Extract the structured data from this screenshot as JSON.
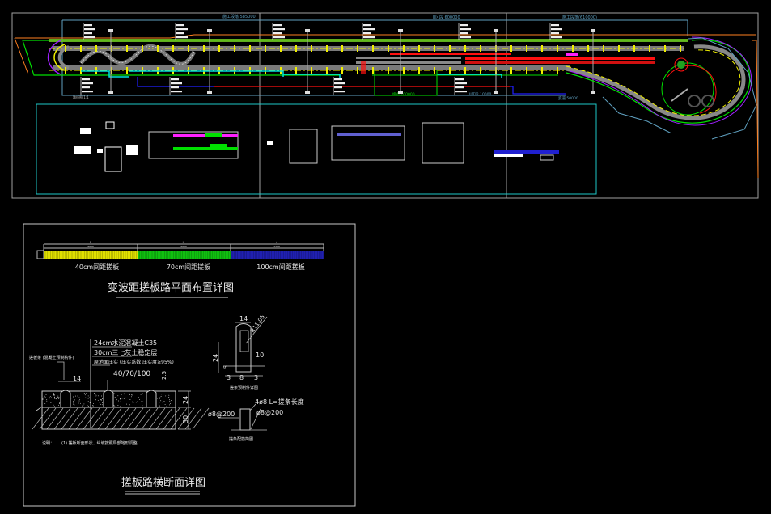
{
  "drawing": {
    "background": "#000000",
    "colors": {
      "frame": "#a0a0a0",
      "cyan_border": "#1ec8c8",
      "slate_border": "#5fa0c0",
      "track_gray": "#8c8c8c",
      "yellow": "#f0f000",
      "green": "#00e000",
      "red": "#ff1010",
      "blue": "#2020ff",
      "magenta": "#ff20ff",
      "orange": "#ff8020",
      "cyan": "#00e0e0",
      "white": "#ffffff"
    },
    "plan_overview": {
      "section_labels": [
        "施工段落  585000",
        "II区段  600000",
        "施工段落(610000)"
      ],
      "bottom_labels": [
        "路线图 1:1",
        "终点 100000",
        "II区段 10000",
        "变道 50000"
      ],
      "legend_annotations": [
        "标志牌",
        "标志牌",
        "标志牌",
        "标志牌",
        "标志牌",
        "标志牌"
      ]
    },
    "plan_detail": {
      "title": "变波距搓板路平面布置详图",
      "segments": [
        {
          "label": "40cm间距搓板",
          "color": "#e0e000",
          "dim_top": "P",
          "dim_sub": "4850"
        },
        {
          "label": "70cm间距搓板",
          "color": "#10c010",
          "dim_top": "H",
          "dim_sub": "4850"
        },
        {
          "label": "100cm间距搓板",
          "color": "#2020b0",
          "dim_top": "4",
          "dim_sub": "1508"
        }
      ]
    },
    "cross_section": {
      "title": "搓板路横断面详图",
      "layers": [
        "24cm水泥混凝土C35",
        "30cm三七灰土稳定层",
        "原地面压实 (压实系数 压实度≥95%)"
      ],
      "left_note": "搓板条 (混凝土预制构件)",
      "spacing_label": "40/70/100",
      "dim_14": "14",
      "dim_2_5": "2.5",
      "dim_24": "24",
      "dim_30": "30",
      "note_prefix": "说明：",
      "note_text": "(1) 搓板断面形状、纵坡按照局部地形调整"
    },
    "bar_detail": {
      "title": "搓条预制件详图",
      "dim_top": "14",
      "dim_radius": "R11.05",
      "dim_height": "24",
      "dim_right": "10",
      "dim_r5": "5",
      "dim_b1": "3",
      "dim_b2": "8",
      "dim_b3": "3"
    },
    "rebar_detail": {
      "title": "搓条配筋简图",
      "left_label": "ø8@200",
      "top_label": "4ø8  L=搓条长度",
      "right_label": "ø8@200"
    }
  }
}
